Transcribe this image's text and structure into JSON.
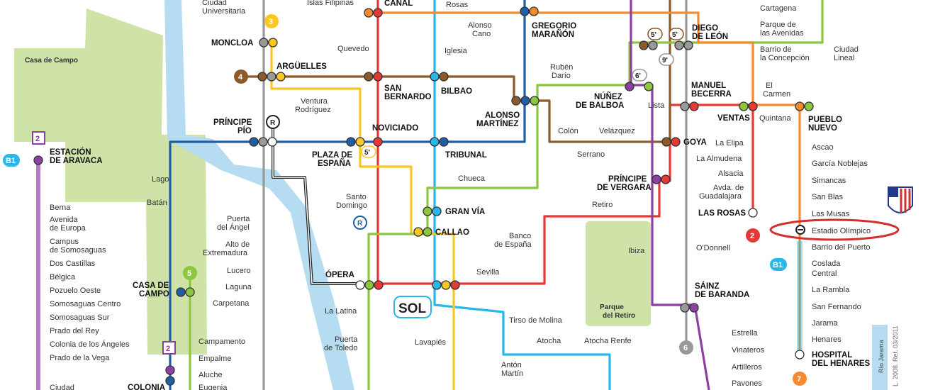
{
  "colors": {
    "line1": "#29b6e8",
    "line2": "#e53935",
    "line3": "#f9c623",
    "line4": "#8d5a2b",
    "line5": "#8cc63f",
    "line6": "#999999",
    "line7": "#f58a2e",
    "line8": "#e8368f",
    "line9": "#8e3fa3",
    "line10": "#1f5fa8",
    "ramal": "#222222",
    "cercanias": "#b07cc6",
    "park": "#cfe3a8",
    "river": "#b6dcf2",
    "highlight": "#d32f2f"
  },
  "areas": {
    "casa_de_campo": "Casa de Campo",
    "parque_del_retiro_1": "Parque",
    "parque_del_retiro_2": "del Retiro",
    "rio_jarama": "Río Jarama",
    "credit": "L. 2008. Ref. 03/2011"
  },
  "line_badges": {
    "l2a": "2",
    "l2b": "2",
    "l2c": "2",
    "l3": "3",
    "l4": "4",
    "l5": "5",
    "l6": "6",
    "l7": "7",
    "l5p_a": "5'",
    "l5p_b": "5'",
    "l5p_c": "5'",
    "l6p": "6'",
    "l9p": "9'",
    "ramal_a": "R",
    "ramal_b": "R",
    "b1_a": "B1",
    "b1_b": "B1",
    "sol_badge": "SOL"
  },
  "stations": {
    "ciudad_universitaria_1": "Ciudad",
    "ciudad_universitaria_2": "Universitaria",
    "moncloa": "MONCLOA",
    "arguelles": "ARGÜELLES",
    "ventura_rodriguez_1": "Ventura",
    "ventura_rodriguez_2": "Rodríguez",
    "principe_pio_1": "PRÍNCIPE",
    "principe_pio_2": "PÍO",
    "islas_filipinas": "Islas Filipinas",
    "canal": "CANAL",
    "quevedo": "Quevedo",
    "san_bernardo_1": "SAN",
    "san_bernardo_2": "BERNARDO",
    "noviciado": "NOVICIADO",
    "plaza_espana_1": "PLAZA DE",
    "plaza_espana_2": "ESPAÑA",
    "santo_domingo_1": "Santo",
    "santo_domingo_2": "Domingo",
    "opera": "ÓPERA",
    "la_latina": "La Latina",
    "puerta_toledo_1": "Puerta",
    "puerta_toledo_2": "de Toledo",
    "rosas": "Rosas",
    "alonso_cano_1": "Alonso",
    "alonso_cano_2": "Cano",
    "iglesia": "Iglesia",
    "bilbao": "BILBAO",
    "tribunal": "TRIBUNAL",
    "chueca": "Chueca",
    "gran_via": "GRAN VÍA",
    "callao": "CALLAO",
    "sol": "SOL",
    "lavapies": "Lavapiés",
    "sevilla": "Sevilla",
    "banco_espana_1": "Banco",
    "banco_espana_2": "de España",
    "tirso_molina": "Tirso de Molina",
    "anton_martin_1": "Antón",
    "anton_martin_2": "Martín",
    "atocha": "Atocha",
    "atocha_renfe": "Atocha Renfe",
    "gregorio_maranon_1": "GREGORIO",
    "gregorio_maranon_2": "MARAÑÓN",
    "alonso_martinez_1": "ALONSO",
    "alonso_martinez_2": "MARTÍNEZ",
    "ruben_dario_1": "Rubén",
    "ruben_dario_2": "Darío",
    "nunez_balboa_1": "NÚÑEZ",
    "nunez_balboa_2": "DE BALBOA",
    "colon": "Colón",
    "velazquez": "Velázquez",
    "serrano": "Serrano",
    "retiro": "Retiro",
    "principe_vergara_1": "PRÍNCIPE",
    "principe_vergara_2": "DE VERGARA",
    "ibiza": "Ibiza",
    "diego_leon_1": "DIEGO",
    "diego_leon_2": "DE LEÓN",
    "lista": "Lista",
    "manuel_becerra_1": "MANUEL",
    "manuel_becerra_2": "BECERRA",
    "goya": "GOYA",
    "la_elipa": "La Elipa",
    "la_almudena": "La Almudena",
    "alsacia": "Alsacia",
    "avda_guadalajara_1": "Avda. de",
    "avda_guadalajara_2": "Guadalajara",
    "las_rosas": "LAS ROSAS",
    "odonnell": "O'Donnell",
    "sainz_baranda_1": "SÁINZ",
    "sainz_baranda_2": "DE BARANDA",
    "estrella": "Estrella",
    "vinateros": "Vinateros",
    "artilleros": "Artilleros",
    "pavones": "Pavones",
    "cartagena": "Cartagena",
    "parque_avenidas_1": "Parque de",
    "parque_avenidas_2": "las Avenidas",
    "barrio_concepcion_1": "Barrio de",
    "barrio_concepcion_2": "la Concepción",
    "ciudad_lineal_1": "Ciudad",
    "ciudad_lineal_2": "Lineal",
    "el_carmen_1": "El",
    "el_carmen_2": "Carmen",
    "ventas": "VENTAS",
    "quintana": "Quintana",
    "pueblo_nuevo_1": "PUEBLO",
    "pueblo_nuevo_2": "NUEVO",
    "ascao": "Ascao",
    "garcia_noblejas": "García Noblejas",
    "simancas": "Simancas",
    "san_blas": "San Blas",
    "las_musas": "Las Musas",
    "estadio_olimpico": "Estadio Olímpico",
    "barrio_puerto": "Barrio del Puerto",
    "coslada_1": "Coslada",
    "coslada_2": "Central",
    "la_rambla": "La Rambla",
    "san_fernando": "San Fernando",
    "jarama": "Jarama",
    "henares": "Henares",
    "hospital_henares_1": "HOSPITAL",
    "hospital_henares_2": "DEL HENARES",
    "estacion_aravaca_1": "ESTACIÓN",
    "estacion_aravaca_2": "DE ARAVACA",
    "berna": "Berna",
    "avenida_europa_1": "Avenida",
    "avenida_europa_2": "de Europa",
    "campus_1": "Campus",
    "campus_2": "de Somosaguas",
    "dos_castillas": "Dos Castillas",
    "belgica": "Bélgica",
    "pozuelo_oeste": "Pozuelo Oeste",
    "somosaguas_centro": "Somosaguas Centro",
    "somosaguas_sur": "Somosaguas Sur",
    "prado_del_rey": "Prado del Rey",
    "colonia_angeles": "Colonia de los Ángeles",
    "prado_vega": "Prado de la Vega",
    "ciudad_bottom": "Ciudad",
    "colonia": "COLONIA",
    "lago": "Lago",
    "batan": "Batán",
    "casa_de_campo_1": "CASA DE",
    "casa_de_campo_2": "CAMPO",
    "puerta_angel_1": "Puerta",
    "puerta_angel_2": "del Ángel",
    "alto_extremadura_1": "Alto de",
    "alto_extremadura_2": "Extremadura",
    "lucero": "Lucero",
    "laguna": "Laguna",
    "carpetana": "Carpetana",
    "campamento": "Campamento",
    "empalme": "Empalme",
    "aluche": "Aluche",
    "eugenia": "Eugenia"
  }
}
